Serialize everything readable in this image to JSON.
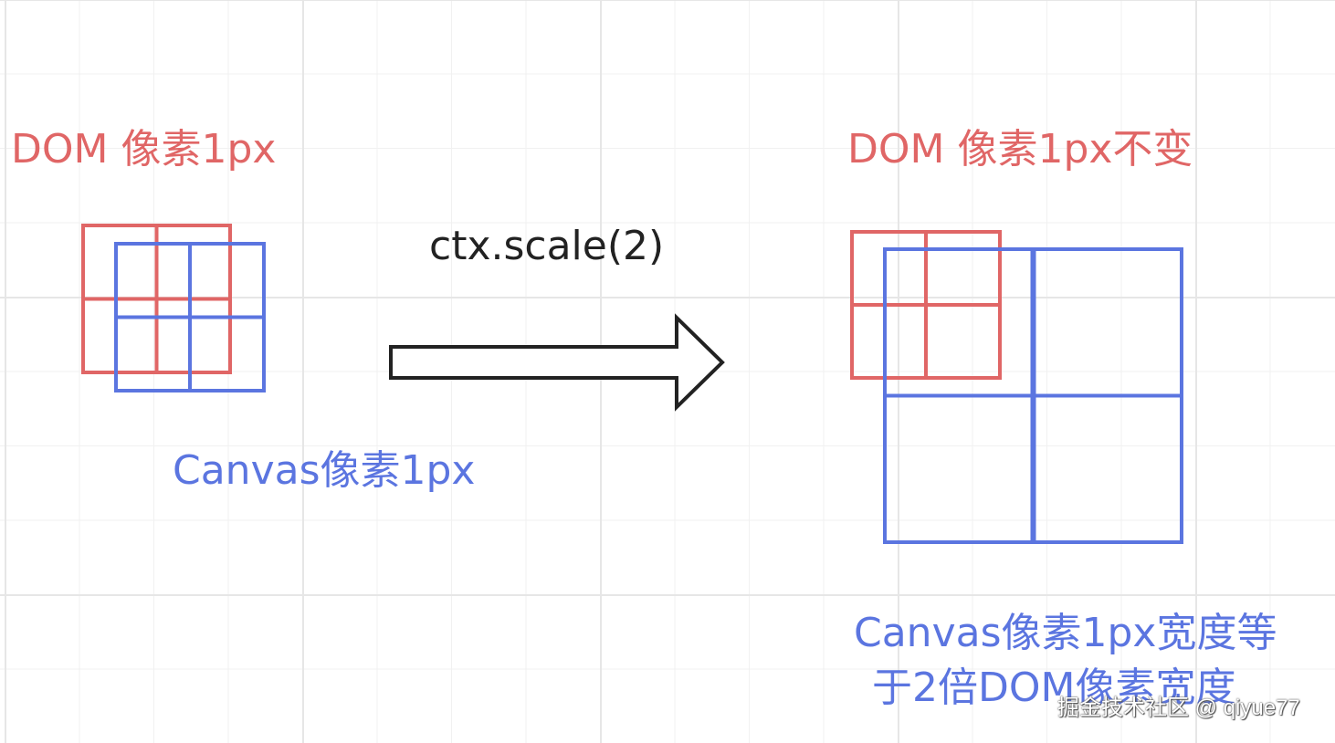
{
  "left": {
    "dom_label": "DOM 像素1px",
    "canvas_label": "Canvas像素1px"
  },
  "arrow": {
    "label": "ctx.scale(2)"
  },
  "right": {
    "dom_label": "DOM 像素1px不变",
    "canvas_label_line1": "Canvas像素1px宽度等",
    "canvas_label_line2": "于2倍DOM像素宽度"
  },
  "watermark": "掘金技术社区 @ qiyue77",
  "colors": {
    "dom_red": "#e06666",
    "canvas_blue": "#5b75e0",
    "arrow_stroke": "#222222",
    "grid": "#e6e6e6"
  }
}
